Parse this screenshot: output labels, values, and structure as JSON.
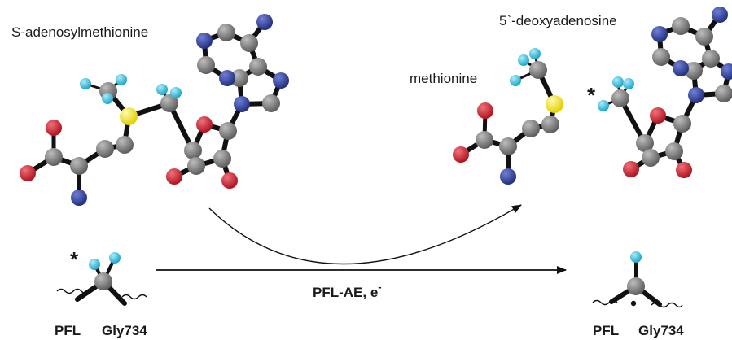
{
  "labels": {
    "sam": "S-adenosylmethionine",
    "deoxyadenosine": "5`-deoxyadenosine",
    "methionine": "methionine",
    "enzyme": "PFL-AE,  e",
    "enzyme_superscript": "-",
    "pfl_left": "PFL",
    "gly_left": "Gly734",
    "pfl_right": "PFL",
    "gly_right": "Gly734",
    "star": "*"
  },
  "colors": {
    "carbon": "#7a7a7a",
    "oxygen": "#c8202a",
    "nitrogen": "#2f3f9c",
    "hydrogen": "#2fb8d9",
    "sulfur": "#f2e21c",
    "bond": "#111111"
  }
}
